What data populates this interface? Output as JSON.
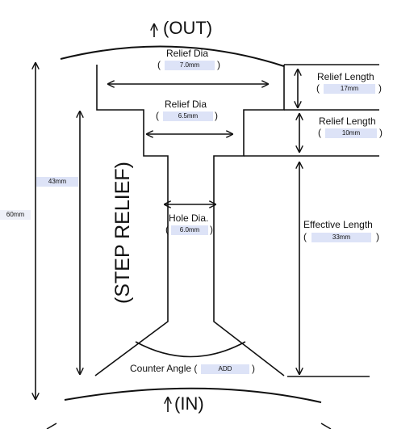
{
  "labels": {
    "out": "(OUT)",
    "in": "(IN)",
    "relief_dia_top": "Relief Dia",
    "relief_dia_inner": "Relief Dia",
    "relief_length_top": "Relief  Length",
    "relief_length_mid": "Relief  Length",
    "hole_dia": "Hole Dia.",
    "effective_length": "Effective Length",
    "counter_angle": "Counter Angle (",
    "counter_angle_close": ")",
    "step_relief": "(STEP RELIEF)",
    "open_paren": "(",
    "close_paren": ")"
  },
  "values": {
    "relief_dia_top": "7.0mm",
    "relief_dia_inner": "6.5mm",
    "relief_length_top": "17mm",
    "relief_length_mid": "10mm",
    "hole_dia": "6.0mm",
    "effective_length": "33mm",
    "counter_angle": "ADD",
    "overall_length": "60mm",
    "inner_length": "43mm"
  },
  "colors": {
    "field_bg": "#dde3f7",
    "line": "#111111"
  }
}
